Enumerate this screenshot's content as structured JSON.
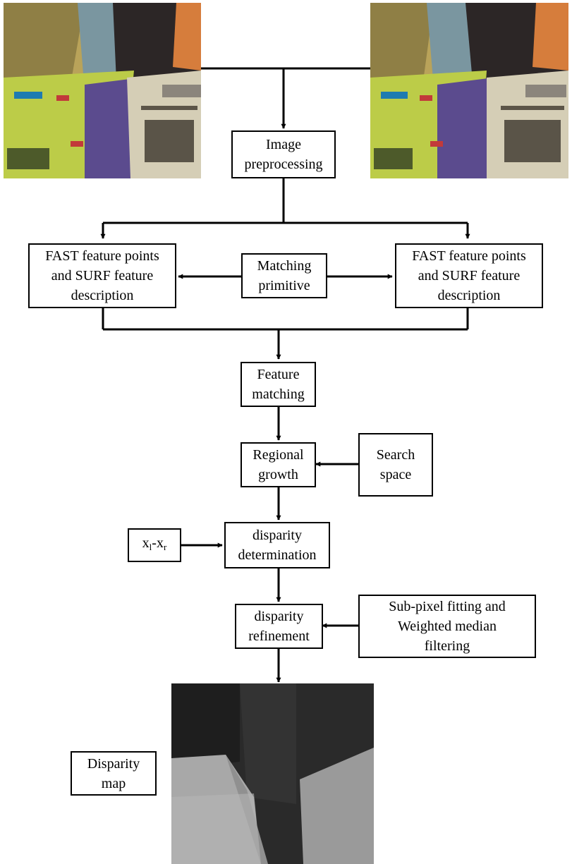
{
  "boxes": {
    "image_preprocessing": "Image\npreprocessing",
    "fast_left": "FAST feature points\nand SURF feature\ndescription",
    "matching_primitive": "Matching\nprimitive",
    "fast_right": "FAST feature points\nand SURF feature\ndescription",
    "feature_matching": "Feature\nmatching",
    "regional_growth": "Regional\ngrowth",
    "search_space": "Search\nspace",
    "disparity_determination": "disparity\ndetermination",
    "xl_xr": {
      "base_left": "x",
      "sub_left": "l",
      "sep": "-",
      "base_right": "x",
      "sub_right": "r"
    },
    "disparity_refinement": "disparity\nrefinement",
    "subpixel": "Sub-pixel fitting and\nWeighted median\nfiltering",
    "disparity_map_label": "Disparity\nmap"
  },
  "colors": {
    "line": "#000000",
    "box_border": "#000000",
    "background": "#ffffff"
  },
  "images": {
    "left_input": "stereo-left-input-image",
    "right_input": "stereo-right-input-image",
    "output": "disparity-map-output-image"
  }
}
